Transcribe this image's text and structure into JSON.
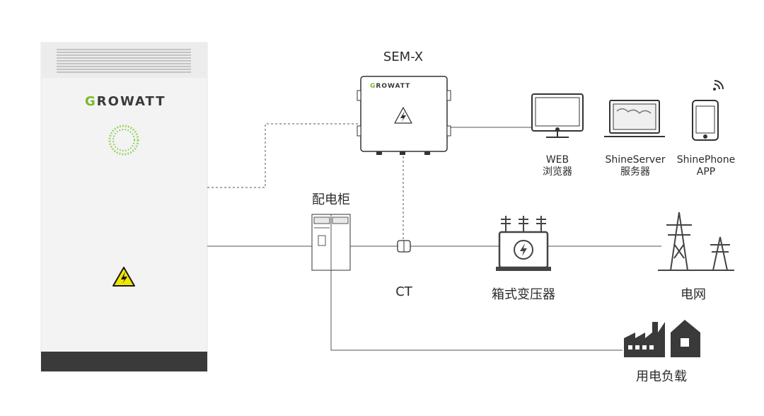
{
  "battery": {
    "brand_first": "G",
    "brand_rest": "ROWATT"
  },
  "controller": {
    "title": "SEM-X",
    "brand_first": "G",
    "brand_rest": "ROWATT"
  },
  "distribution_cabinet": {
    "label": "配电柜"
  },
  "ct": {
    "label": "CT"
  },
  "transformer": {
    "label": "箱式变压器"
  },
  "grid": {
    "label": "电网"
  },
  "load": {
    "label": "用电负载"
  },
  "monitoring": {
    "web": {
      "line1": "WEB",
      "line2": "浏览器"
    },
    "server": {
      "line1": "ShineServer",
      "line2": "服务器"
    },
    "phone": {
      "line1": "ShinePhone",
      "line2": "APP"
    }
  },
  "colors": {
    "line": "#555555",
    "accent_green": "#78b92a",
    "warning_yellow": "#f2e600",
    "battery_body": "#f2f2f2",
    "battery_base": "#3a3a3a"
  }
}
